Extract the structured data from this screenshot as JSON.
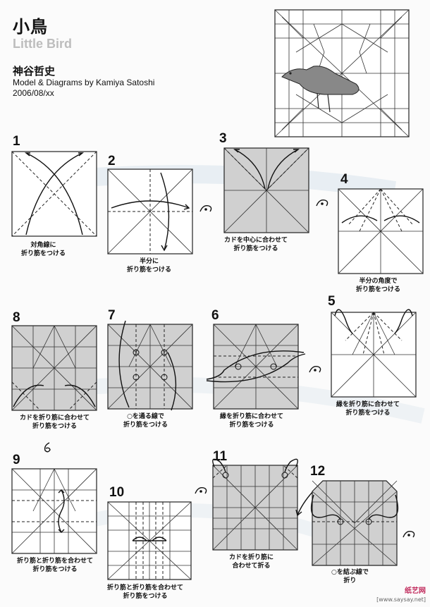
{
  "header": {
    "title_jp": "小鳥",
    "title_en": "Little Bird",
    "author_jp": "神谷哲史",
    "credit": "Model & Diagrams by Kamiya Satoshi",
    "date": "2006/08/xx"
  },
  "steps": [
    {
      "num": "1",
      "cap": [
        "対角線に",
        "折り筋をつける"
      ]
    },
    {
      "num": "2",
      "cap": [
        "半分に",
        "折り筋をつける"
      ]
    },
    {
      "num": "3",
      "cap": [
        "カドを中心に合わせて",
        "折り筋をつける"
      ]
    },
    {
      "num": "4",
      "cap": [
        "半分の角度で",
        "折り筋をつける"
      ]
    },
    {
      "num": "5",
      "cap": [
        "縁を折り筋に合わせて",
        "折り筋をつける"
      ]
    },
    {
      "num": "6",
      "cap": [
        "縁を折り筋に合わせて",
        "折り筋をつける"
      ]
    },
    {
      "num": "7",
      "cap": [
        "○を通る線で",
        "折り筋をつける"
      ]
    },
    {
      "num": "8",
      "cap": [
        "カドを折り筋に合わせて",
        "折り筋をつける"
      ]
    },
    {
      "num": "9",
      "cap": [
        "折り筋と折り筋を合わせて",
        "折り筋をつける"
      ]
    },
    {
      "num": "10",
      "cap": [
        "折り筋と折り筋を合わせて",
        "折り筋をつける"
      ]
    },
    {
      "num": "11",
      "cap": [
        "カドを折り筋に",
        "合わせて折る"
      ]
    },
    {
      "num": "12",
      "cap": [
        "○を結ぶ線で",
        "折り"
      ]
    }
  ],
  "watermark": {
    "line1": "纸艺网",
    "line2": "[www.saysay.net]"
  }
}
